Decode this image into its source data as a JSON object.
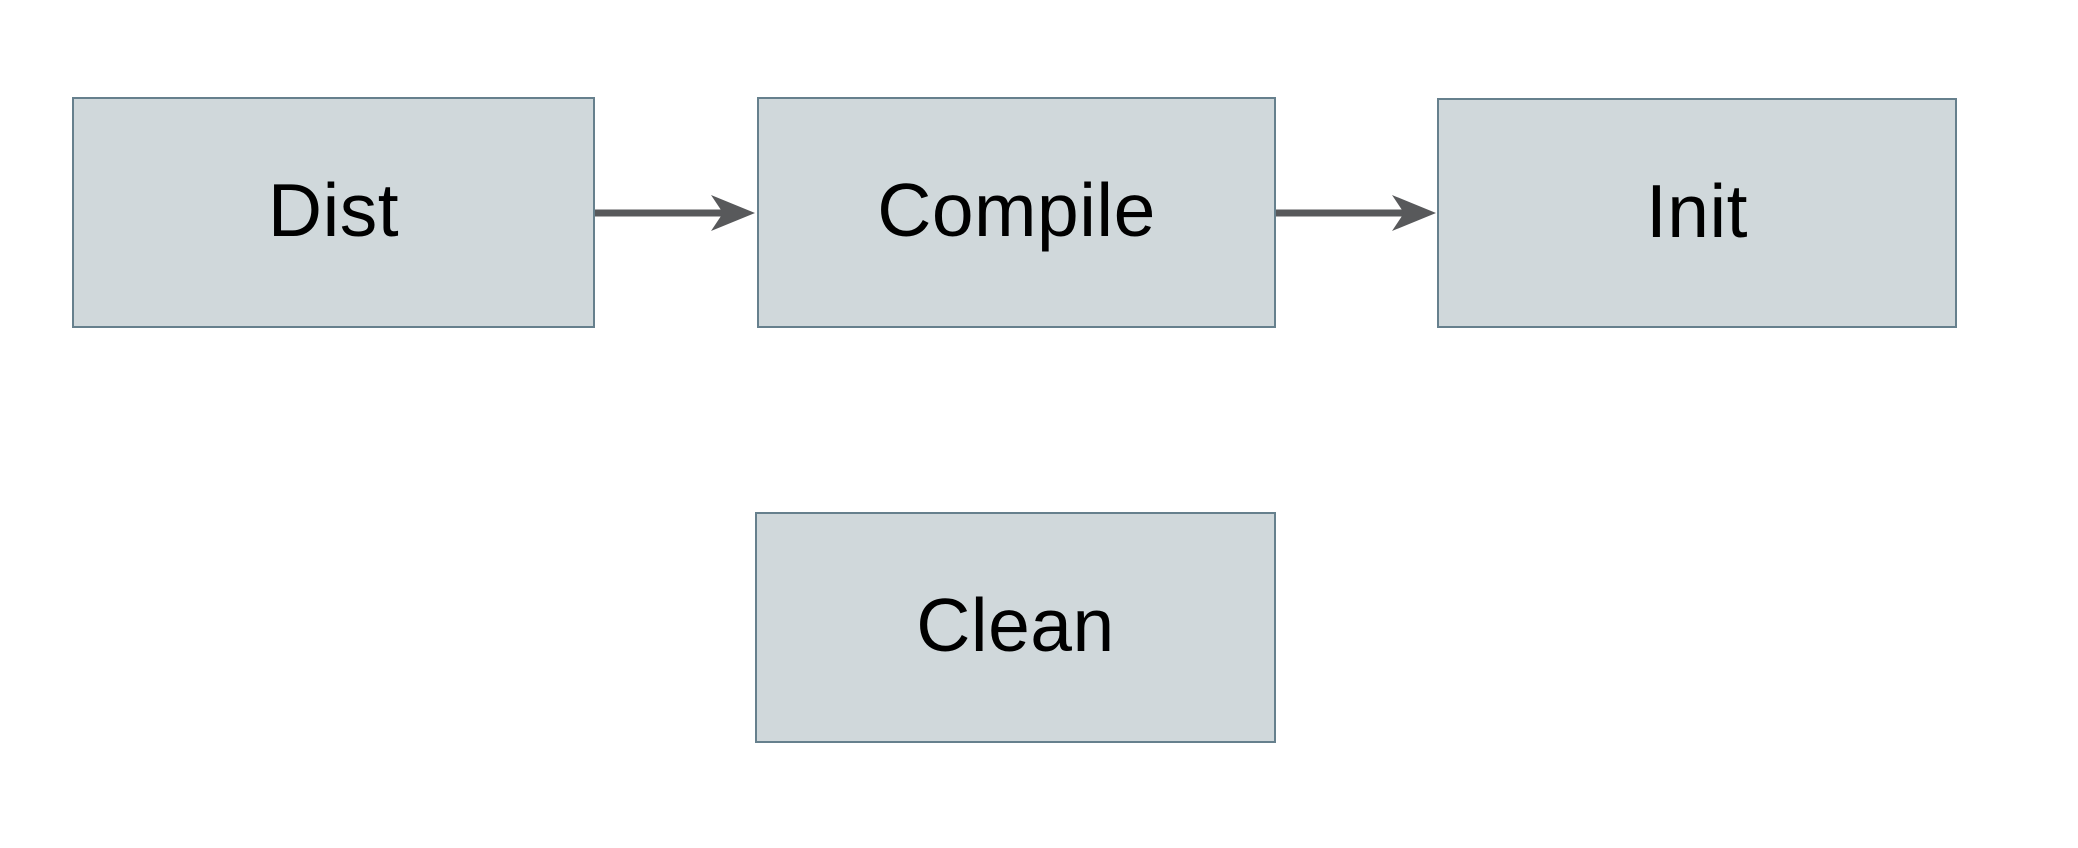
{
  "diagram": {
    "type": "flowchart",
    "nodes": [
      {
        "id": "dist",
        "label": "Dist"
      },
      {
        "id": "compile",
        "label": "Compile"
      },
      {
        "id": "init",
        "label": "Init"
      },
      {
        "id": "clean",
        "label": "Clean"
      }
    ],
    "edges": [
      {
        "from": "dist",
        "to": "compile",
        "style": "solid-arrow-right"
      },
      {
        "from": "compile",
        "to": "init",
        "style": "solid-arrow-right"
      }
    ],
    "colors": {
      "background": "#ffffff",
      "node_fill": "#d0d8db",
      "node_border": "#66808d",
      "node_text": "#000000",
      "arrow": "#58595b"
    }
  }
}
